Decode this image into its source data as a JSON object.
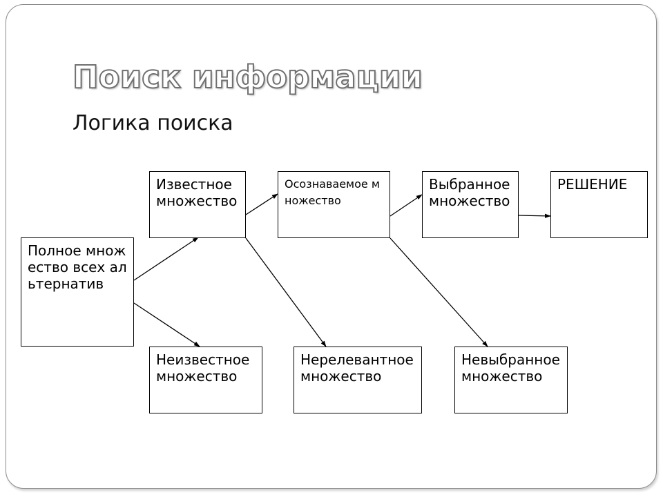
{
  "slide": {
    "title": "Поиск информации",
    "subtitle": "Логика поиска"
  },
  "diagram": {
    "nodes": {
      "full_set": "Полное множество всех альтернатив",
      "known_set": "Известное множество",
      "aware_set": "Осознаваемое множество",
      "chosen_set": "Выбранное множество",
      "decision": "РЕШЕНИЕ",
      "unknown_set": "Неизвестное множество",
      "irrelevant_set": "Нерелевантное множество",
      "unchosen_set": "Невыбранное множество"
    },
    "edges": [
      {
        "from": "full_set",
        "to": "known_set"
      },
      {
        "from": "full_set",
        "to": "unknown_set"
      },
      {
        "from": "known_set",
        "to": "aware_set"
      },
      {
        "from": "known_set",
        "to": "irrelevant_set"
      },
      {
        "from": "aware_set",
        "to": "chosen_set"
      },
      {
        "from": "aware_set",
        "to": "unchosen_set"
      },
      {
        "from": "chosen_set",
        "to": "decision"
      }
    ],
    "colors": {
      "title_outline": "#707070",
      "frame_border": "#8a8a8a",
      "line": "#000000"
    }
  }
}
